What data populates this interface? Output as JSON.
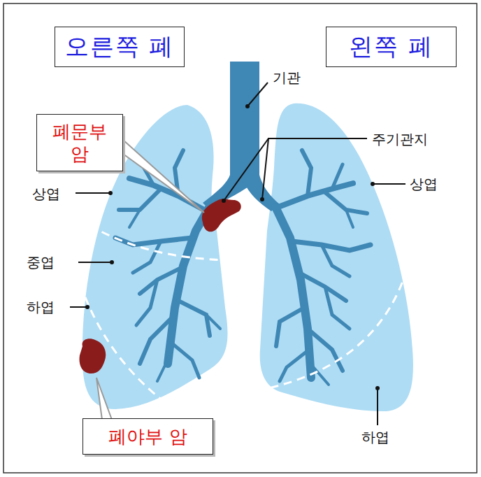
{
  "diagram": {
    "nodes": [
      {
        "text": [
          "오른쪽 폐"
        ]
      },
      {
        "text": [
          "왼쪽 폐"
        ]
      },
      {
        "text": [
          "폐문부 암"
        ]
      },
      {
        "text": [
          "폐야부 암"
        ]
      }
    ],
    "labels": [
      "기관",
      "주기관지",
      "상엽",
      "중엽",
      "하엽",
      "상엽",
      "하엽"
    ]
  }
}
